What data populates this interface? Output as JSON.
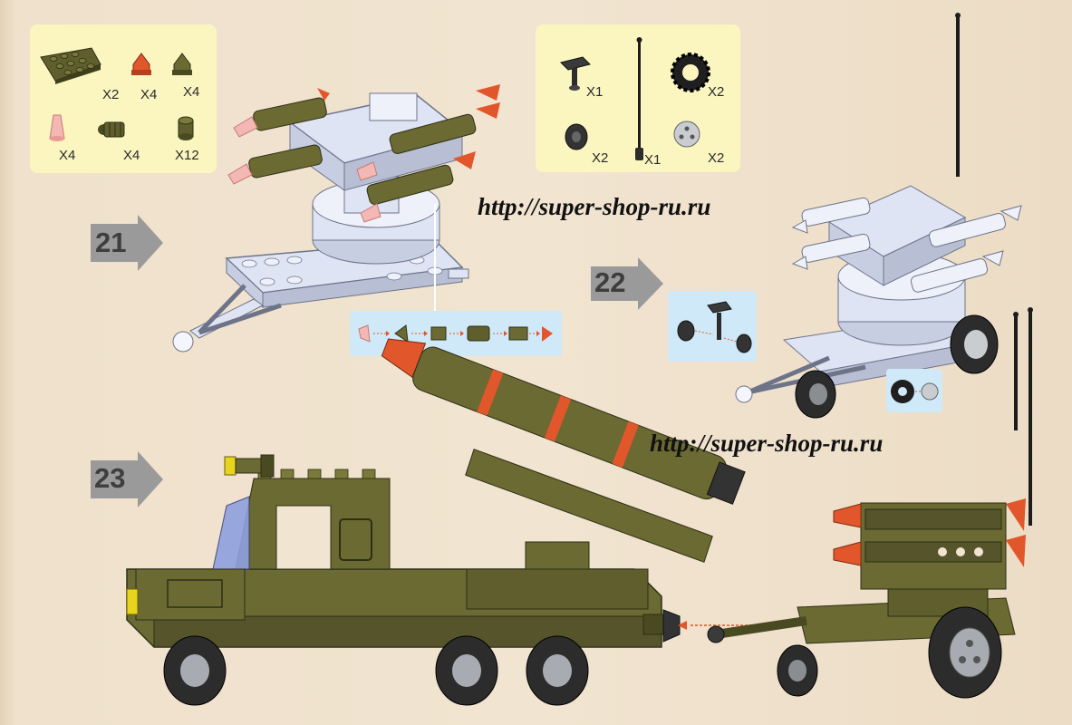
{
  "steps": {
    "step21": {
      "number": "21"
    },
    "step22": {
      "number": "22"
    },
    "step23": {
      "number": "23"
    }
  },
  "parts_left": {
    "quantities": [
      "X2",
      "X4",
      "X4",
      "X4",
      "X4",
      "X12"
    ],
    "icons": [
      "wedge-plate-icon",
      "missile-nose-orange-icon",
      "missile-nose-green-icon",
      "transparent-cone-icon",
      "missile-body-icon",
      "round-brick-icon"
    ]
  },
  "parts_right": {
    "quantities": [
      "X1",
      "X2",
      "X2",
      "X1",
      "X2"
    ],
    "icons": [
      "axle-holder-icon",
      "antenna-icon",
      "tire-icon",
      "wheel-black-icon",
      "wheel-hub-icon"
    ]
  },
  "watermarks": {
    "url_top": "http://super-shop-ru.ru",
    "url_bottom": "http://super-shop-ru.ru"
  },
  "colors": {
    "background": "#efe1cc",
    "parts_box": "#fbf6c0",
    "callout": "#cfe9f8",
    "model_white": "#dfe4f4",
    "model_green": "#6b6a32",
    "missile_orange": "#e2562b",
    "step_arrow": "#9a9a9a"
  }
}
